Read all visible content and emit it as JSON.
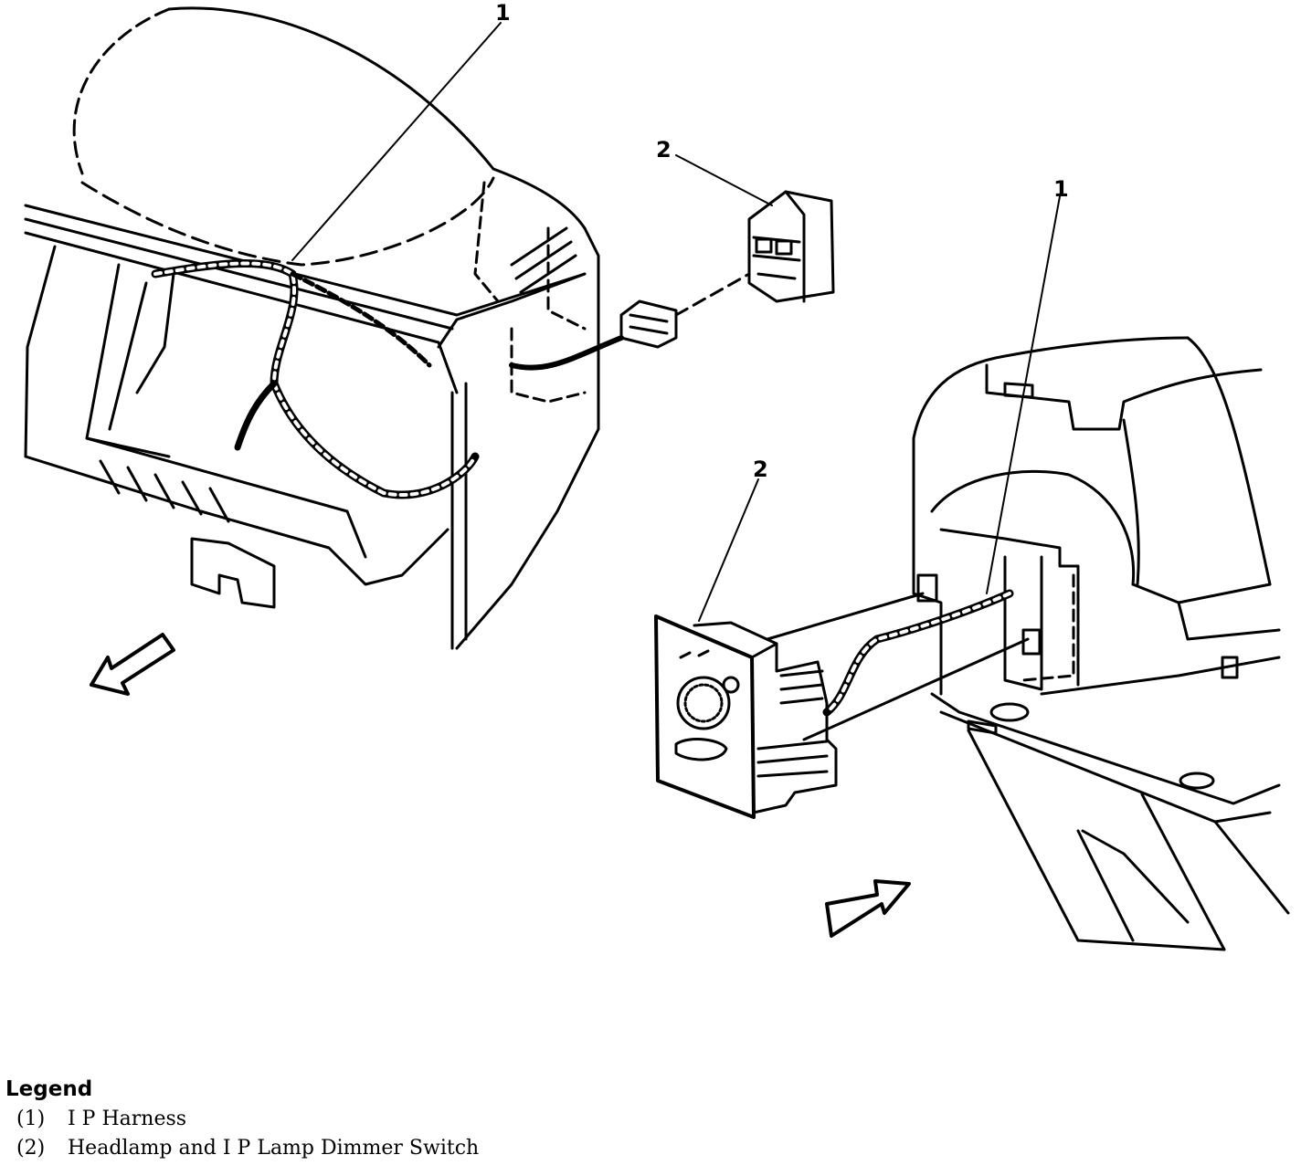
{
  "callouts": {
    "left_harness": "1",
    "left_switch": "2",
    "right_harness": "1",
    "right_switch": "2"
  },
  "legend": {
    "title": "Legend",
    "items": [
      {
        "number": "(1)",
        "label": "I P Harness"
      },
      {
        "number": "(2)",
        "label": "Headlamp and I P Lamp Dimmer Switch"
      }
    ]
  }
}
